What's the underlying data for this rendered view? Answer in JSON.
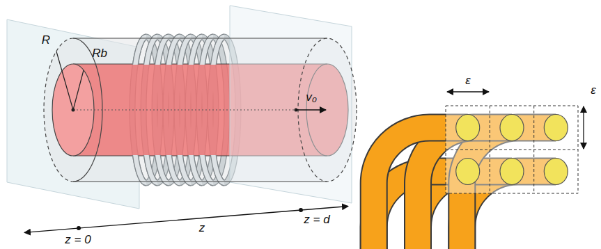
{
  "diagram": {
    "labels": [
      "R",
      "Rb",
      "v₀",
      "z = 0",
      "z",
      "z = d",
      "ε",
      "ε"
    ]
  }
}
